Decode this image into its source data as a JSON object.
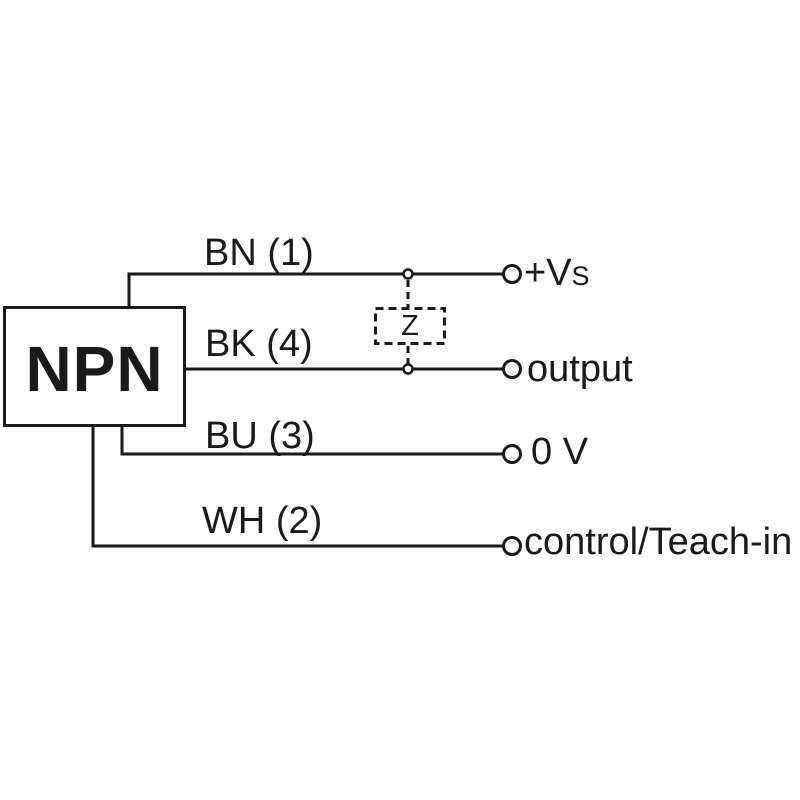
{
  "diagram": {
    "device_label": "NPN",
    "impedance_label": "Z",
    "wires": [
      {
        "label": "BN (1)",
        "terminal": "+V",
        "terminal_small": "S"
      },
      {
        "label": "BK (4)",
        "terminal": "output"
      },
      {
        "label": "BU (3)",
        "terminal": "0 V"
      },
      {
        "label": "WH (2)",
        "terminal": "control/Teach-in"
      }
    ]
  },
  "colors": {
    "ink": "#1a1a1a",
    "background": "#ffffff"
  }
}
